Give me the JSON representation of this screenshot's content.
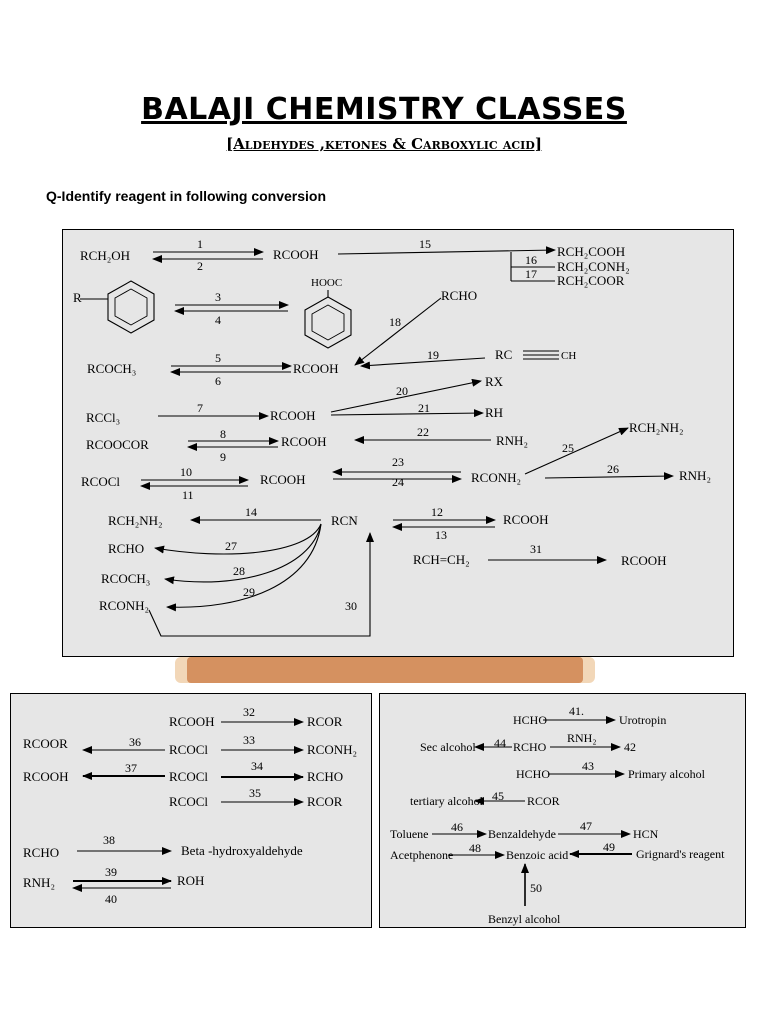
{
  "header": {
    "title": "BALAJI CHEMISTRY CLASSES",
    "subtitle": "[Aldehydes ,ketones & Carboxylic acid]",
    "question": "Q-Identify reagent in following conversion"
  },
  "panel_main": {
    "labels": {
      "rch2oh": "RCH₂OH",
      "rcooh_1": "RCOOH",
      "rch2cooh": "RCH₂COOH",
      "rch2conh2": "RCH₂CONH₂",
      "rch2coor": "RCH₂COOR",
      "r_group": "R",
      "hooc": "HOOC",
      "rcho_top": "RCHO",
      "rcoch3": "RCOCH₃",
      "rcooh_5": "RCOOH",
      "rc_alkyne": "RC",
      "ch_alkyne": "CH",
      "rccl3": "RCCl₃",
      "rcooh_7": "RCOOH",
      "rx": "RX",
      "rh": "RH",
      "rcoocor": "RCOOCOR",
      "rcooh_8": "RCOOH",
      "rnh2_22": "RNH₂",
      "rcocl": "RCOCl",
      "rcooh_10": "RCOOH",
      "rconh2": "RCONH₂",
      "rch2nh2_25": "RCH₂NH₂",
      "rnh2_26": "RNH₂",
      "rch2nh2_14": "RCH₂NH₂",
      "rcn": "RCN",
      "rcooh_12": "RCOOH",
      "rcho_27": "RCHO",
      "rcoch3_28": "RCOCH₃",
      "rconh2_29": "RCONH₂",
      "rch_ch2": "RCH=CH₂",
      "rcooh_31": "RCOOH"
    },
    "numbers": [
      "1",
      "2",
      "3",
      "4",
      "5",
      "6",
      "7",
      "8",
      "9",
      "10",
      "11",
      "12",
      "13",
      "14",
      "15",
      "16",
      "17",
      "18",
      "19",
      "20",
      "21",
      "22",
      "23",
      "24",
      "25",
      "26",
      "27",
      "28",
      "29",
      "30",
      "31"
    ]
  },
  "panel_left": {
    "labels": {
      "rcooh_32": "RCOOH",
      "rcor_32": "RCOR",
      "rcoor": "RCOOR",
      "rcocl_33": "RCOCl",
      "rconh2_33": "RCONH₂",
      "rcooh_37": "RCOOH",
      "rcocl_34": "RCOCl",
      "rcho_34": "RCHO",
      "rcocl_35": "RCOCl",
      "rcor_35": "RCOR",
      "rcho_38": "RCHO",
      "beta": "Beta -hydroxyaldehyde",
      "rnh2_39": "RNH₂",
      "roh": "ROH"
    },
    "numbers": [
      "32",
      "36",
      "33",
      "37",
      "34",
      "35",
      "38",
      "39",
      "40"
    ]
  },
  "panel_right": {
    "labels": {
      "hcho_41": "HCHO",
      "urotropin": "Urotropin",
      "sec_alcohol": "Sec alcohol",
      "rcho_44": "RCHO",
      "rnh2_reagent": "RNH₂",
      "n42": "42",
      "hcho_43": "HCHO",
      "primary_alcohol": "Primary alcohol",
      "tertiary_alcohol": "tertiary alcohol",
      "rcor_45": "RCOR",
      "toluene": "Toluene",
      "benzaldehyde": "Benzaldehyde",
      "hcn": "HCN",
      "acetphenone": "Acetphenone",
      "benzoic_acid": "Benzoic acid",
      "grignard": "Grignard's reagent",
      "benzyl_alcohol": "Benzyl alcohol"
    },
    "numbers": [
      "41.",
      "44",
      "43",
      "45",
      "46",
      "47",
      "48",
      "49",
      "50"
    ]
  }
}
